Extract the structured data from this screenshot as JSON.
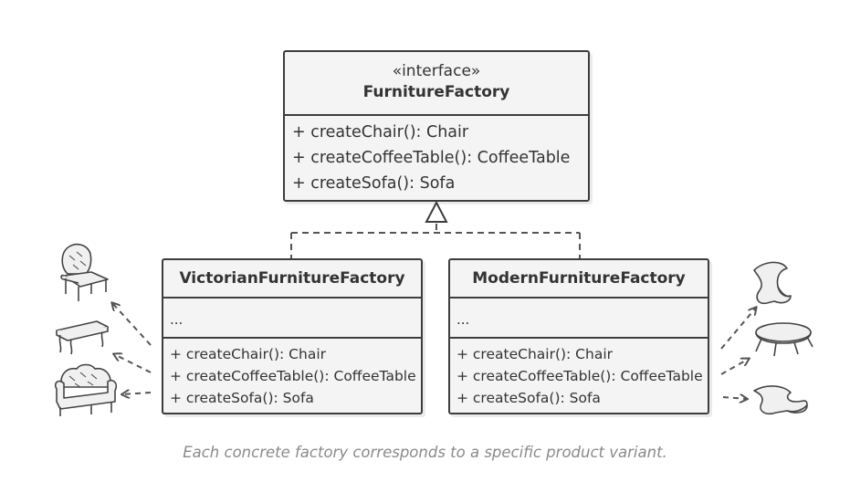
{
  "interface": {
    "stereotype": "«interface»",
    "name": "FurnitureFactory",
    "methods": [
      "+ createChair(): Chair",
      "+ createCoffeeTable(): CoffeeTable",
      "+ createSofa(): Sofa"
    ]
  },
  "victorian": {
    "name": "VictorianFurnitureFactory",
    "fields": "...",
    "methods": [
      "+ createChair(): Chair",
      "+ createCoffeeTable(): CoffeeTable",
      "+ createSofa(): Sofa"
    ]
  },
  "modern": {
    "name": "ModernFurnitureFactory",
    "fields": "...",
    "methods": [
      "+ createChair(): Chair",
      "+ createCoffeeTable(): CoffeeTable",
      "+ createSofa(): Sofa"
    ]
  },
  "caption": "Each concrete factory corresponds to a specific product variant.",
  "icons": {
    "victorian_products": [
      "victorian-chair-icon",
      "victorian-coffee-table-icon",
      "victorian-sofa-icon"
    ],
    "modern_products": [
      "modern-chair-icon",
      "modern-coffee-table-icon",
      "modern-sofa-icon"
    ]
  },
  "colors": {
    "box_fill": "#f4f4f4",
    "box_border": "#3d3d3d",
    "connector": "#555555",
    "caption": "#8a8a8a"
  }
}
